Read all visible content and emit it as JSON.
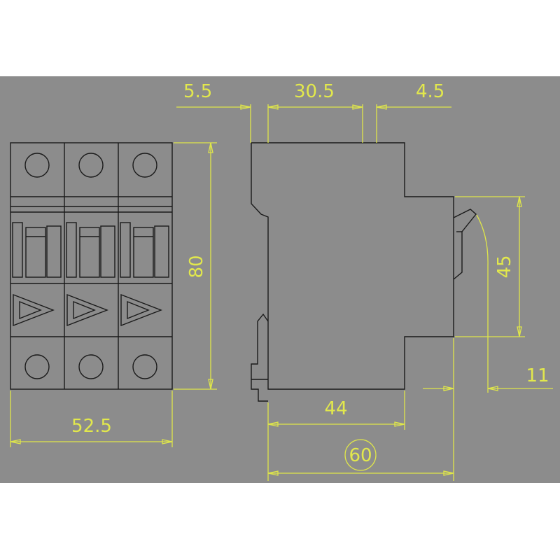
{
  "colors": {
    "background_panel": "#8c8c8c",
    "page": "#ffffff",
    "outline": "#1a1a1a",
    "dimension": "#e2e84c"
  },
  "dimensions": {
    "top_left": "5.5",
    "top_middle": "30.5",
    "top_right": "4.5",
    "height_front": "80",
    "width_front": "52.5",
    "height_side_right": "45",
    "right_offset": "11",
    "depth_bottom": "44",
    "total_depth": "60"
  },
  "icons": [
    "terminal-screw-icon",
    "arrow-triangle-icon"
  ]
}
